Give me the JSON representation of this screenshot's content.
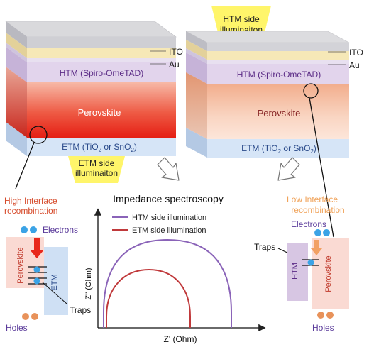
{
  "left_stack": {
    "ito_label": "ITO",
    "au_label": "Au",
    "htm_label": "HTM (Spiro-OmeTAD)",
    "perovskite_label": "Perovskite",
    "etm_label_main": "ETM (TiO",
    "etm_sub1": "2",
    "etm_mid": " or SnO",
    "etm_sub2": "2",
    "etm_close": ")",
    "light_line1": "ETM side",
    "light_line2": "illuminaiton"
  },
  "right_stack": {
    "ito_label": "ITO",
    "au_label": "Au",
    "htm_label": "HTM (Spiro-OmeTAD)",
    "perovskite_label": "Perovskite",
    "etm_label_main": "ETM (TiO",
    "etm_sub1": "2",
    "etm_mid": " or SnO",
    "etm_sub2": "2",
    "etm_close": ")",
    "light_line1": "HTM side",
    "light_line2": "illuminaiton"
  },
  "left_band": {
    "title_line1": "High Interface",
    "title_line2": "recombination",
    "electrons_label": "Electrons",
    "perovskite_label": "Perovskite",
    "etm_label": "ETM",
    "traps_label": "Traps",
    "holes_label": "Holes"
  },
  "right_band": {
    "title_line1": "Low Interface",
    "title_line2": "recombination",
    "electrons_label": "Electrons",
    "traps_label": "Traps",
    "htm_label": "HTM",
    "perovskite_label": "Perovskite",
    "holes_label": "Holes"
  },
  "plot": {
    "title": "Impedance spectroscopy",
    "xlabel": "Z' (Ohm)",
    "ylabel": "Z'' (Ohm)",
    "legend_htm": "HTM side illumination",
    "legend_etm": "ETM side illumination"
  },
  "colors": {
    "htm_curve": "#8a63b8",
    "etm_curve": "#c0393b",
    "high_recomb_text": "#d64a2a",
    "low_recomb_text": "#f0a35a",
    "electron_blue": "#3ba3e6",
    "hole_orange": "#e8925a",
    "label_purple": "#5a3a9a"
  }
}
